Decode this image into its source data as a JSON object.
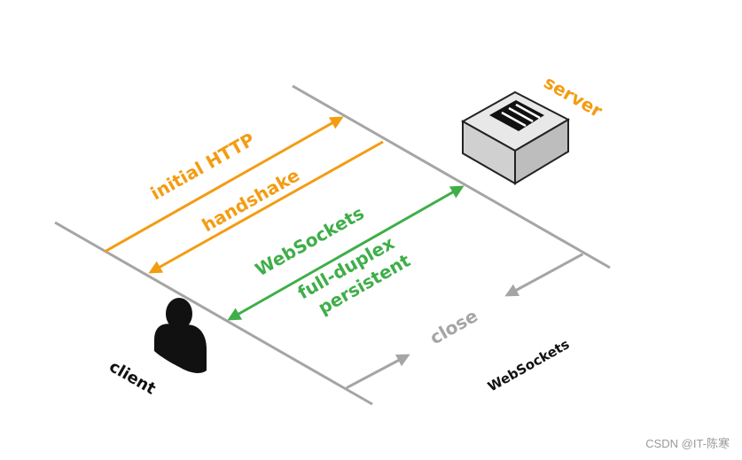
{
  "labels": {
    "server": "server",
    "client": "client",
    "initial_http": "initial HTTP",
    "handshake": "handshake",
    "websockets_green": "WebSockets",
    "full_duplex": "full-duplex",
    "persistent": "persistent",
    "close": "close",
    "websockets_footer": "WebSockets"
  },
  "watermark": "CSDN @IT-陈寒",
  "colors": {
    "orange": "#F39C12",
    "green": "#3FAE49",
    "gray": "#A5A5A5",
    "dark": "#111111"
  },
  "icons": {
    "server": "server-box-icon",
    "client": "person-icon"
  }
}
